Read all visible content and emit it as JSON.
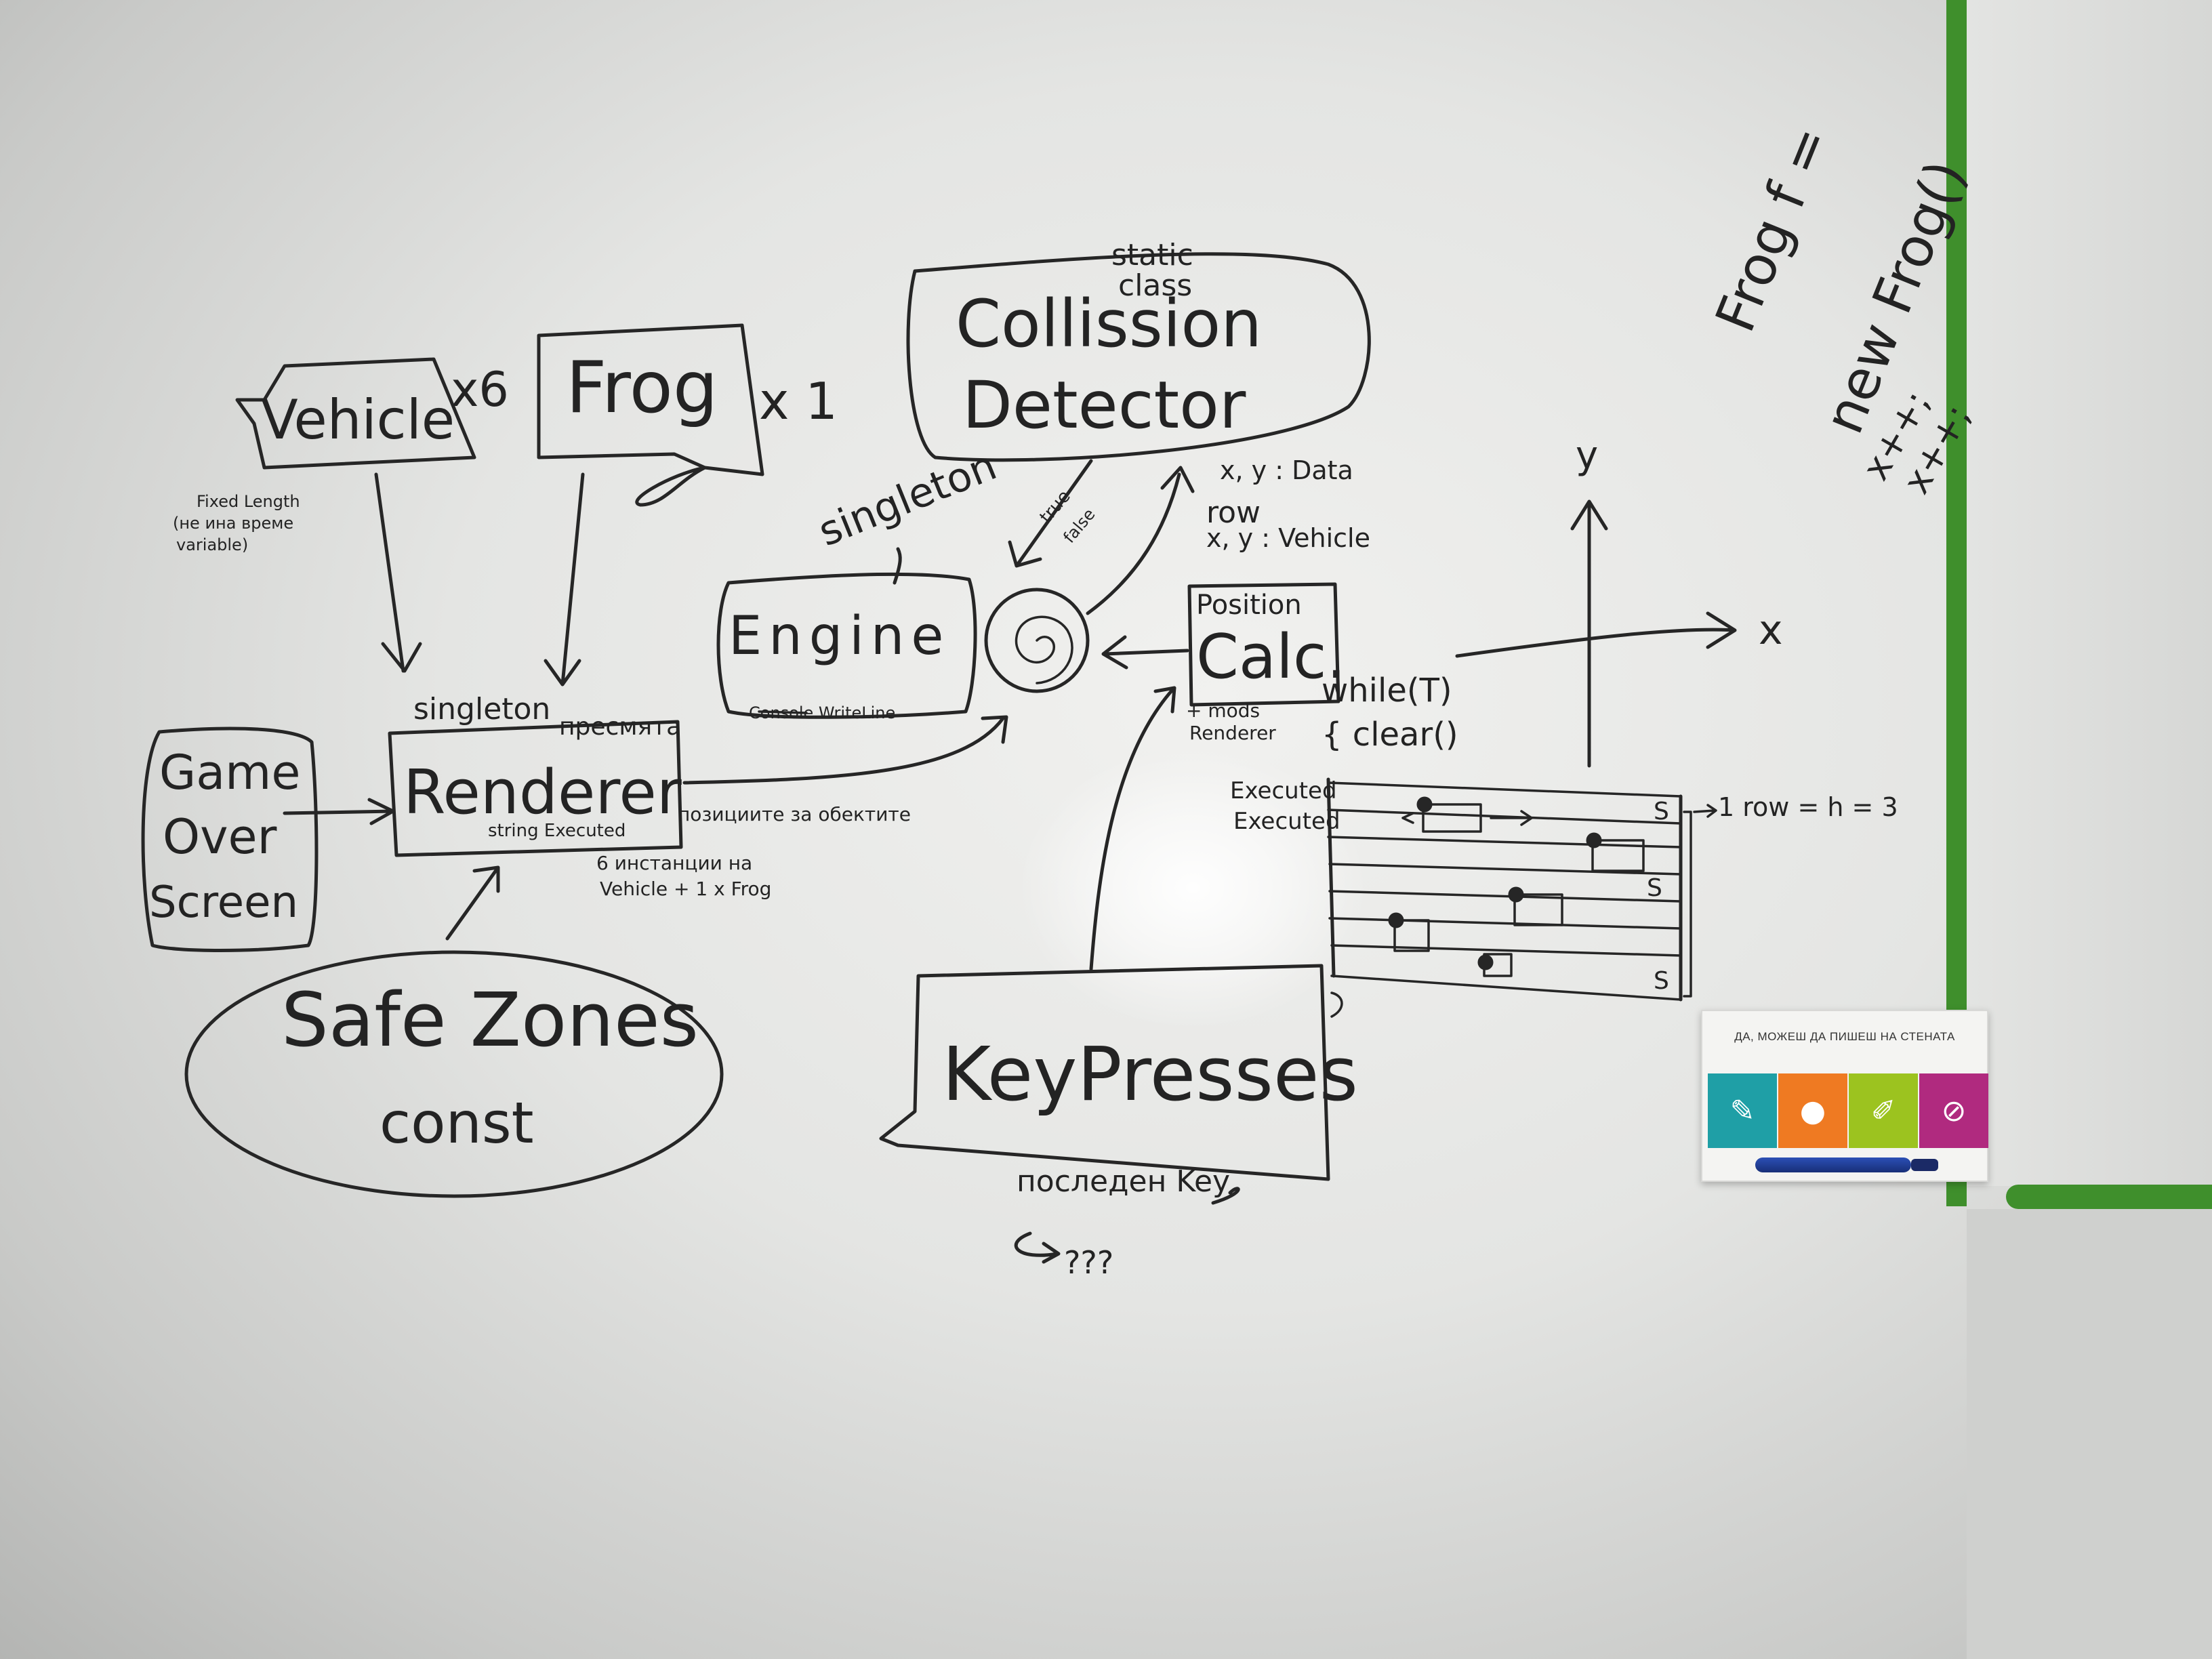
{
  "board": {
    "vehicle": "Vehicle",
    "vehicle_mult": "x6",
    "vehicle_note_1": "Fixed Length",
    "vehicle_note_2": "(не ина време",
    "vehicle_note_3": "variable)",
    "frog": "Frog",
    "frog_mult": "x 1",
    "collision_note_1": "static",
    "collision_note_2": "class",
    "collision_1": "Collission",
    "collision_2": "Detector",
    "singleton_engine": "singleton",
    "true_false_1": "true",
    "true_false_2": "false",
    "xy_data": "x, y : Data",
    "row": "row",
    "xy_vehicle": "x, y : Vehicle",
    "engine": "Engine",
    "console_writeline": "Console.WriteLine",
    "position_calc_1": "Position",
    "position_calc_2": "Calc.",
    "mods_1": "+ mods",
    "mods_2": "Renderer",
    "while": "while(T)",
    "clear": "{ clear()",
    "axis_y": "y",
    "axis_x": "x",
    "singleton_renderer": "singleton",
    "renderer": "Renderer",
    "presmyata": "пресмята",
    "string_executed": "string Executed",
    "positions_note": "позициите за обектите",
    "instances_note_1": "6 инстанции на",
    "instances_note_2": "Vehicle + 1 x Frog",
    "game_over_1": "Game",
    "game_over_2": "Over",
    "game_over_3": "Screen",
    "safe_zones_1": "Safe Zones",
    "safe_zones_2": "const",
    "executed_1": "Executed",
    "executed_2": "Executed",
    "one_row": "1 row = h = 3",
    "grid_s_1": "S",
    "grid_s_2": "S",
    "grid_s_3": "S",
    "keypresses": "KeyPresses",
    "last_key": "последен Key",
    "question": "???",
    "frog_side": "Frog f =",
    "new_frog": "new Frog()",
    "xpp_1": "x++;",
    "xpp_2": "x++;",
    "sign_title": "ДА, МОЖЕШ ДА ПИШЕШ НА СТЕНАТА"
  },
  "colors": {
    "ink": "#262626",
    "board": "#ececea",
    "frame_green": "#3f8f2c",
    "tile_teal": "#1f9fa6",
    "tile_orange": "#ef7a22",
    "tile_lime": "#9cc31f",
    "tile_magenta": "#b02a7f"
  },
  "icons": [
    "pen-icon",
    "egg-icon",
    "marker-icon",
    "no-icon"
  ]
}
